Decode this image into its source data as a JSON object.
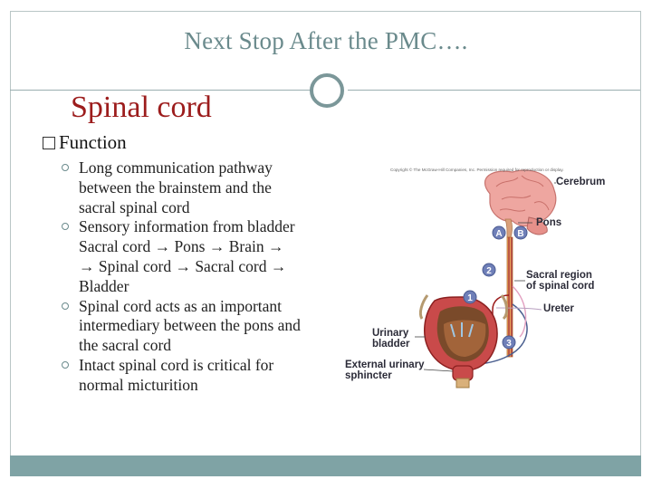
{
  "slide": {
    "title": "Next Stop After the PMC….",
    "subtitle": "Spinal cord",
    "section_label": "Function",
    "bullets": [
      "Long communication pathway\nbetween the brainstem and the\nsacral spinal cord",
      "Sensory information from bladder\nSacral cord → Pons → Brain →\n→ Spinal cord → Sacral cord →\nBladder",
      "Spinal cord acts as an important\nintermediary between the pons and\nthe sacral cord",
      "Intact spinal cord is critical for\nnormal micturition"
    ]
  },
  "figure": {
    "copyright": "Copyright © The McGraw-Hill Companies, Inc. Permission required for reproduction or display.",
    "labels": {
      "cerebrum": "Cerebrum",
      "pons": "Pons",
      "sacral_region": "Sacral region\nof spinal cord",
      "ureter": "Ureter",
      "urinary_bladder": "Urinary\nbladder",
      "external_sphincter": "External urinary\nsphincter"
    },
    "markers": {
      "a": "A",
      "b": "B",
      "one": "1",
      "two": "2",
      "three": "3"
    }
  },
  "colors": {
    "title": "#6a8a8c",
    "subtitle": "#9c1c1c",
    "footer": "#7fa3a5",
    "marker": "#6f7fb8"
  }
}
